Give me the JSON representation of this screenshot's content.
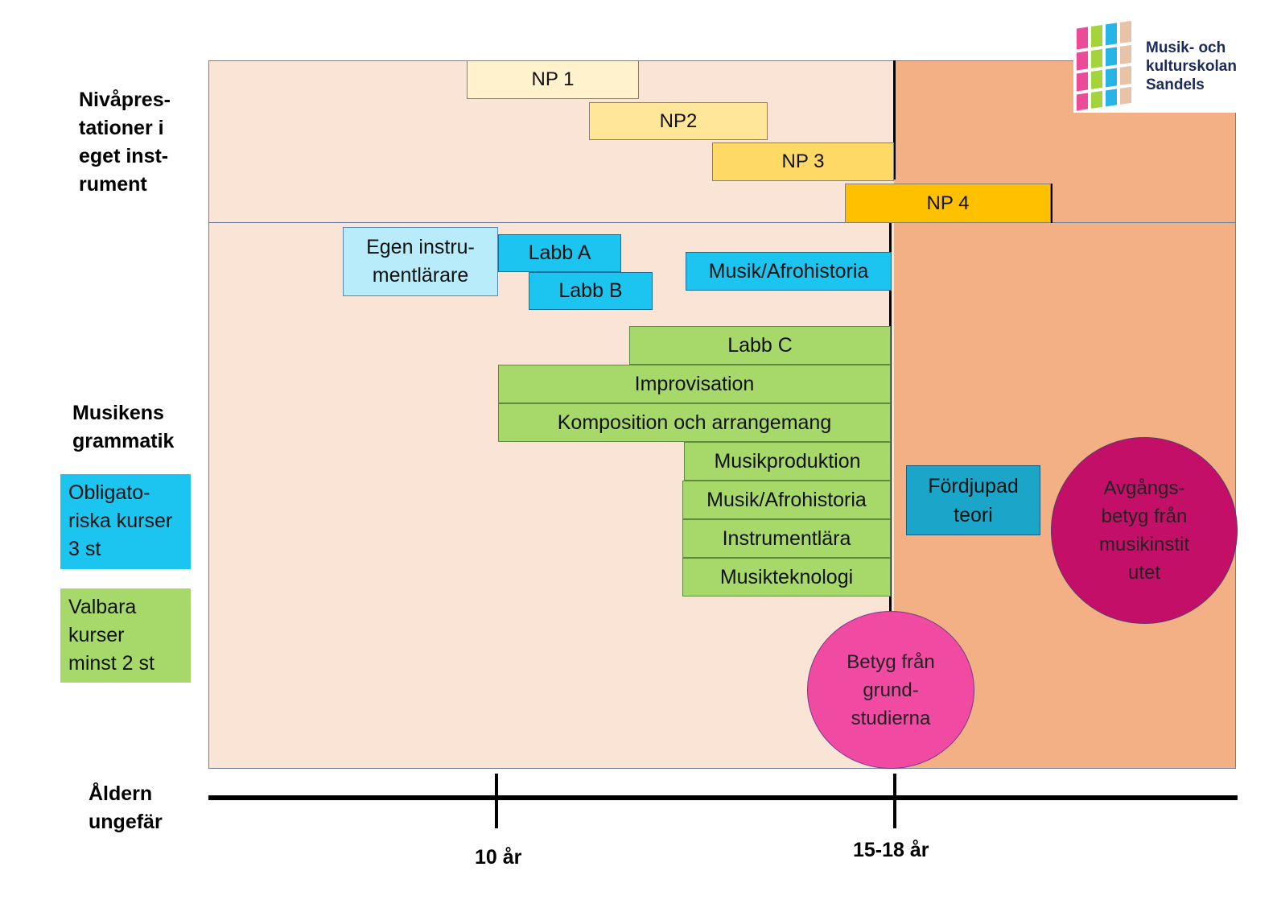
{
  "row_labels": {
    "levels": [
      "Nivåpres-",
      "tationer i",
      "eget inst-",
      "rument"
    ],
    "grammar": [
      "Musikens",
      "grammatik"
    ],
    "age": [
      "Åldern",
      "ungefär"
    ]
  },
  "np_boxes": [
    {
      "label": "NP 1",
      "color": "#fff2cc"
    },
    {
      "label": "NP2",
      "color": "#ffe699"
    },
    {
      "label": "NP 3",
      "color": "#ffd966"
    },
    {
      "label": "NP 4",
      "color": "#ffc000"
    }
  ],
  "teacher_box": [
    "Egen instru-",
    "mentlärare"
  ],
  "required_courses": {
    "labb_a": "Labb A",
    "labb_b": "Labb B",
    "history": "Musik/Afrohistoria"
  },
  "elective_courses": [
    "Labb C",
    "Improvisation",
    "Komposition och arrangemang",
    "Musikproduktion",
    "Musik/Afrohistoria",
    "Instrumentlära",
    "Musikteknologi"
  ],
  "advanced_theory": [
    "Fördjupad",
    "teori"
  ],
  "legend": {
    "required": [
      "Obligato-",
      "riska kurser",
      "3 st"
    ],
    "elective": [
      "Valbara",
      "kurser",
      "minst 2 st"
    ]
  },
  "circles": {
    "basic_grade": [
      "Betyg från",
      "grund-",
      "studierna"
    ],
    "final_grade": [
      "Avgångs-",
      "betyg från",
      "musikinstit",
      "utet"
    ]
  },
  "axis": {
    "tick_10": "10 år",
    "tick_15_18": "15-18 år"
  },
  "logo": {
    "lines": [
      "Musik- och",
      "kulturskolan",
      "Sandels"
    ],
    "stripe_colors": [
      "#ec4b9a",
      "#a5d33c",
      "#26b5e6",
      "#e8c3a8"
    ]
  },
  "colors": {
    "left_region": "#fae4d6",
    "right_region": "#f2b084",
    "required_blue": "#1bc5ef",
    "elective_green": "#a6d96a",
    "basic_grade_pink": "#f04aa3",
    "final_grade_magenta": "#c40f69"
  }
}
